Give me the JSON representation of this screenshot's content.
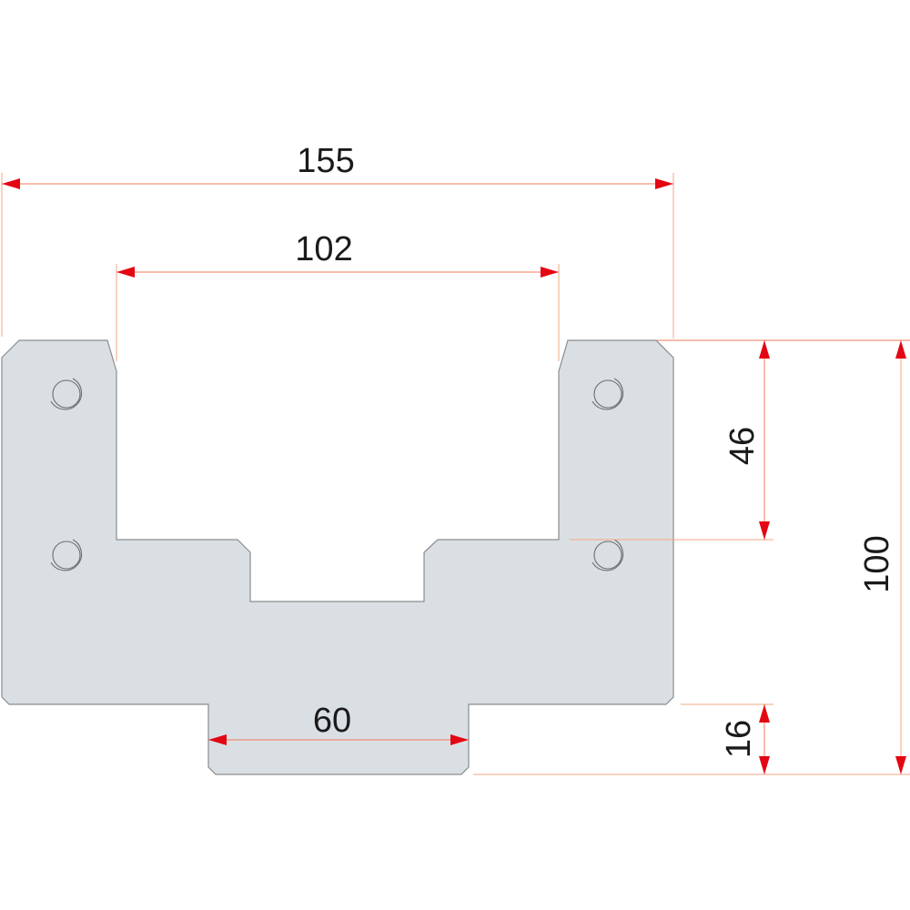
{
  "drawing": {
    "part_fill_color": "#dadfe3",
    "dimension_color": "#e30613",
    "dimensions": {
      "overall_width": "155",
      "inner_width": "102",
      "slot_depth": "46",
      "overall_height": "100",
      "tongue_height": "16",
      "tongue_width": "60"
    }
  }
}
